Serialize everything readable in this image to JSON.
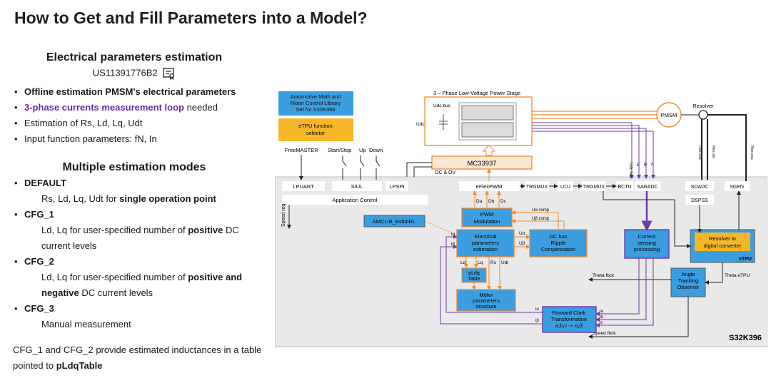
{
  "title": "How to Get and Fill Parameters into a Model?",
  "left": {
    "h1": "Electrical parameters estimation",
    "patent": "US11391776B2",
    "b1": "Offline estimation PMSM's electrical parameters",
    "b2a": "3-phase currents measurement loop",
    "b2b": " needed",
    "b3": "Estimation of Rs, Ld, Lq, Udt",
    "b4": "Input function parameters: fN, In",
    "h2": "Multiple estimation modes",
    "m1": "DEFAULT",
    "m1d_a": "Rs, Ld, Lq, Udt for ",
    "m1d_b": "single operation point",
    "m2": "CFG_1",
    "m2d_a": "Ld, Lq for user-specified number of ",
    "m2d_b": "positive",
    "m2d_c": " DC current levels",
    "m3": "CFG_2",
    "m3d_a": "Ld, Lq for user-specified number of ",
    "m3d_b": "positive and negative",
    "m3d_c": " DC current levels",
    "m4": "CFG_3",
    "m4d": "Manual measurement",
    "foot_a": "CFG_1 and CFG_2 provide estimated inductances in a table pointed to ",
    "foot_b": "pLdqTable"
  },
  "diagram": {
    "amlib": [
      "Automotive Math and",
      "Motor Control Library",
      "Set for S32K396"
    ],
    "etpu_sel": [
      "eTPU function",
      "selector"
    ],
    "stage": "3 – Phase Low-Voltage Power Stage",
    "udcbus": "Udc bus",
    "udc": "Udc",
    "pmsm": "PMSM",
    "resolver": "Resolver",
    "freemaster": "FreeMASTER",
    "startstop": "Start/Stop",
    "up": "Up",
    "down": "Down",
    "mc": "MC33937",
    "ocov": "OC & OV",
    "lpuart": "LPUART",
    "siul": "SIUL",
    "lpspi": "LPSPI",
    "appctl": "Application Control",
    "eflex": "eFlexPWM",
    "trgmux1": "TRGMUX",
    "lcu": "LCU",
    "trgmux2": "TRGMUX",
    "bctu": "BCTU",
    "saradc": "SARADC",
    "sdadc": "SDADC",
    "sgen": "SGEN",
    "dspss": "DSPSS",
    "pwm": [
      "PWM",
      "Modulation"
    ],
    "estimrl": "AMCLIB_EstimRL",
    "elec": [
      "Electrical",
      "parameters",
      "estimation"
    ],
    "dcbus": [
      "DC bus",
      "Ripple",
      "Compensation"
    ],
    "cursense": [
      "Current",
      "sensing",
      "processing"
    ],
    "res2dig": [
      "Resolver to",
      "digital converter"
    ],
    "etpu": "eTPU",
    "pldq": [
      "pLdq",
      "Table"
    ],
    "motor": [
      "Motor",
      "parameters",
      "structure"
    ],
    "ato": [
      "Angle",
      "Tracking",
      "Observer"
    ],
    "clark": [
      "Forward Clark",
      "Transformation",
      "a,b,c -> α,β"
    ],
    "theta_fbck": "Theta fbck",
    "theta_etpu": "Theta eTPU",
    "speed_fbck": "Speed fbck",
    "speed_req": "Speed req",
    "chip": "S32K396",
    "da": "Da",
    "db": "Db",
    "dc": "Dc",
    "ua": "Uα",
    "ub": "Uβ",
    "uacomp": "Uα comp",
    "ubcomp": "Uβ comp",
    "ia": "iα",
    "ib": "iβ",
    "ld": "Ld",
    "lq": "Lq",
    "rs": "Rs",
    "udt": "Udt",
    "ia2": "ia",
    "ib2": "ib",
    "ic2": "ic",
    "iaa": "iα",
    "ibb": "iβ",
    "udcbus2": "Udc bus",
    "ia3": "ia",
    "ib3": "ib",
    "ic3": "ic",
    "rescos": "Res cos",
    "ressin": "Res sin",
    "resexc": "Res exc",
    "colors": {
      "blue": "#3a9ee0",
      "orange": "#f08a2a",
      "purple": "#6a3aa8",
      "yellow": "#f5b62a",
      "gray": "#e9e9e9"
    }
  }
}
